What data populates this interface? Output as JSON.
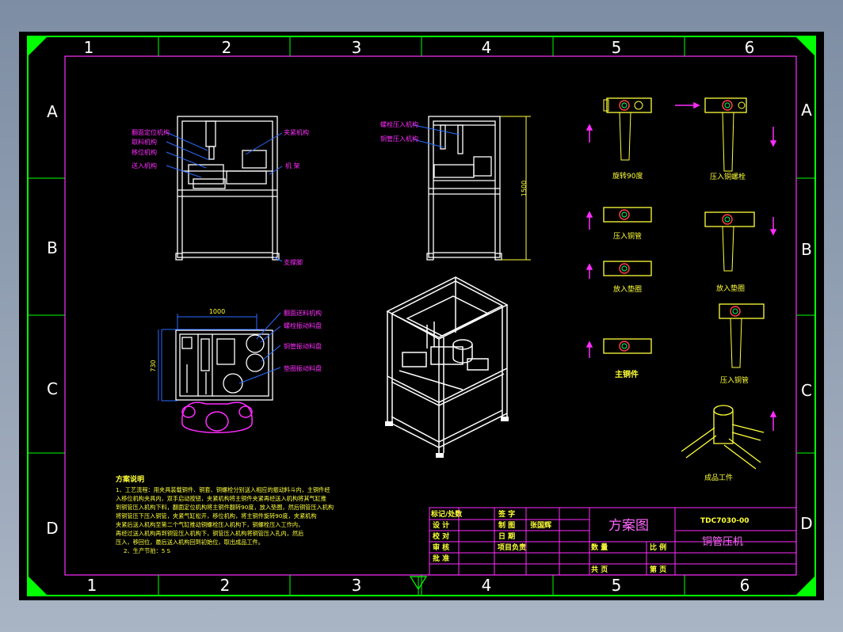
{
  "zones": {
    "top": [
      "1",
      "2",
      "3",
      "4",
      "5",
      "6"
    ],
    "bottom": [
      "1",
      "2",
      "3",
      "4",
      "5",
      "6"
    ],
    "left": [
      "A",
      "B",
      "C",
      "D"
    ],
    "right": [
      "A",
      "B",
      "C",
      "D"
    ]
  },
  "front_view_labels": [
    "翻面定位机构",
    "取料机构",
    "移位机构",
    "送入机构",
    "夹紧机构",
    "机 架",
    "支撑脚"
  ],
  "side_view_labels": [
    "螺栓压入机构",
    "铜管压入机构"
  ],
  "dimensions": {
    "height": "1500",
    "width": "1000",
    "depth": "730"
  },
  "top_view_labels": [
    "翻面送料机构",
    "螺栓振动料盘",
    "铜管振动料盘",
    "垫圈振动料盘"
  ],
  "process_steps": {
    "rotate": "旋转90度",
    "press_bolt": "压入铜螺栓",
    "press_pipe": "压入铜管",
    "washer_1": "放入垫圈",
    "washer_2": "放入垫圈",
    "main_part": "主铜件",
    "press_pipe_2": "压入铜管",
    "finished": "成品工件"
  },
  "notes": {
    "title": "方案说明",
    "lines": [
      "1、工艺流程：用夹具装载铜件、铜套、铜螺栓分别送入相应的振动料斗内，主铜件经",
      "入移位机构夹具内，双手启动按钮，夹紧机构将主铜件夹紧再经送入机构将其气缸推",
      "到铜管压入机构下料，翻面定位机构将主铜件翻转90度，放入垫圈，然后铜管压入机构",
      "将铜管压下压入铜管，夹紧气缸松开，移位机构，将主铜件旋转90度，夹紧机构",
      "夹紧后送入机构至第二个气缸推动铜螺栓压入机构下，铜螺栓压入工作内，",
      "再经过送入机构再到铜管压入机构下，铜管压入机构将铜管压入孔内，然后",
      "压入，移回位，最后送入机构回到初始位，取出成品工件。",
      "2、生产节拍：5 S"
    ]
  },
  "title_block": {
    "rows": [
      [
        "标记/处数",
        "",
        "签 字",
        ""
      ],
      [
        "设 计",
        "",
        "制 图",
        "张国辉"
      ],
      [
        "校 对",
        "",
        "日 期",
        ""
      ],
      [
        "审 核",
        "",
        "项目负责",
        ""
      ],
      [
        "批 准",
        "",
        "",
        ""
      ]
    ],
    "scheme_label": "方案图",
    "drawing_no": "TDC7030-00",
    "machine_name": "铜管压机",
    "qty_label": "数 量",
    "scale_label": "比 例",
    "total_sheets_label": "共 页",
    "sheet_label": "第 页"
  }
}
